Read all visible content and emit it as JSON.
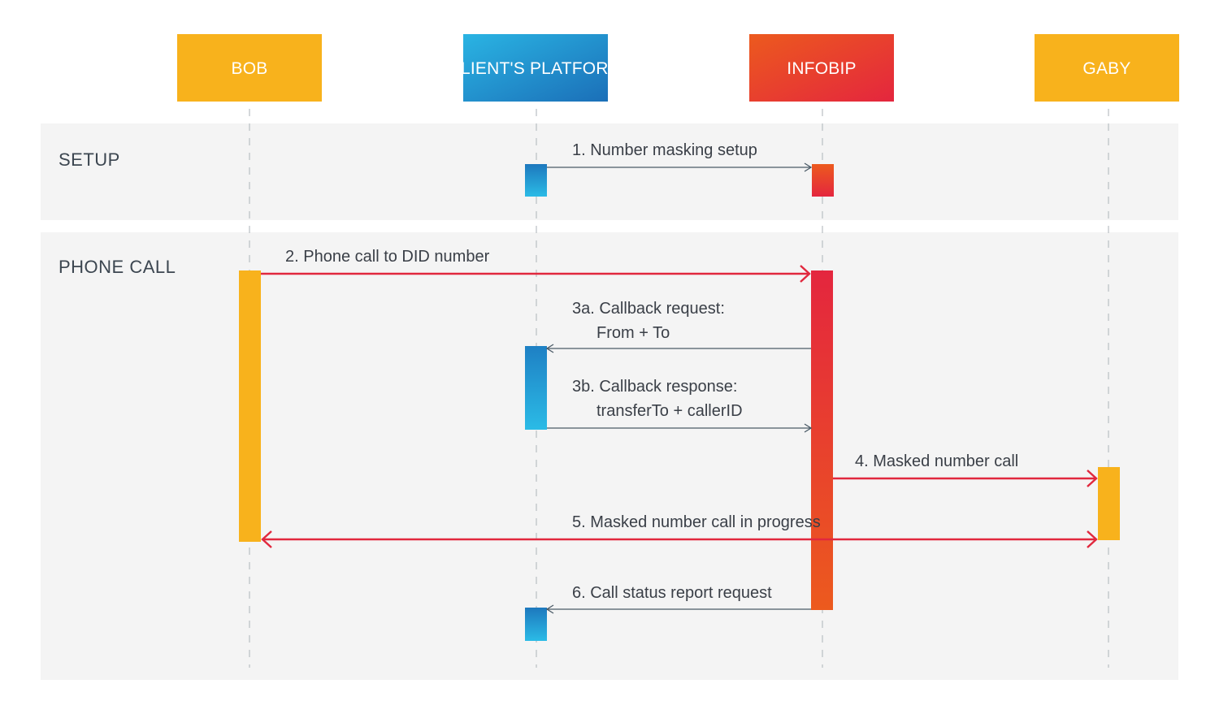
{
  "diagram": {
    "actors": [
      {
        "id": "bob",
        "label": "BOB"
      },
      {
        "id": "client",
        "label": "CLIENT'S PLATFORM"
      },
      {
        "id": "infobip",
        "label": "INFOBIP"
      },
      {
        "id": "gaby",
        "label": "GABY"
      }
    ],
    "sections": [
      {
        "id": "setup",
        "label": "SETUP"
      },
      {
        "id": "phone_call",
        "label": "PHONE CALL"
      }
    ],
    "messages": [
      {
        "id": "m1",
        "from": "client",
        "to": "infobip",
        "lines": [
          "1.  Number masking setup"
        ]
      },
      {
        "id": "m2",
        "from": "bob",
        "to": "infobip",
        "lines": [
          "2. Phone call to DID number"
        ]
      },
      {
        "id": "m3a",
        "from": "infobip",
        "to": "client",
        "lines": [
          "3a. Callback request:",
          "From + To"
        ]
      },
      {
        "id": "m3b",
        "from": "client",
        "to": "infobip",
        "lines": [
          "3b. Callback response:",
          "transferTo + callerID"
        ]
      },
      {
        "id": "m4",
        "from": "infobip",
        "to": "gaby",
        "lines": [
          "4. Masked number call"
        ]
      },
      {
        "id": "m5",
        "from": "bob",
        "to": "gaby",
        "bidirectional": true,
        "lines": [
          "5. Masked number call in progress"
        ]
      },
      {
        "id": "m6",
        "from": "infobip",
        "to": "client",
        "lines": [
          "6. Call status report request"
        ]
      }
    ],
    "colors": {
      "bob": "#f8b21c",
      "gaby": "#f8b21c",
      "client_top": "#2ab4e3",
      "client_bottom": "#1b6fb8",
      "infobip_top": "#e42b3c",
      "infobip_bottom": "#ec5e1c",
      "arrow_red": "#e1283e",
      "arrow_thin": "#4a5a66",
      "section_bg": "#f4f4f4",
      "lifeline": "#b9bec3"
    }
  }
}
